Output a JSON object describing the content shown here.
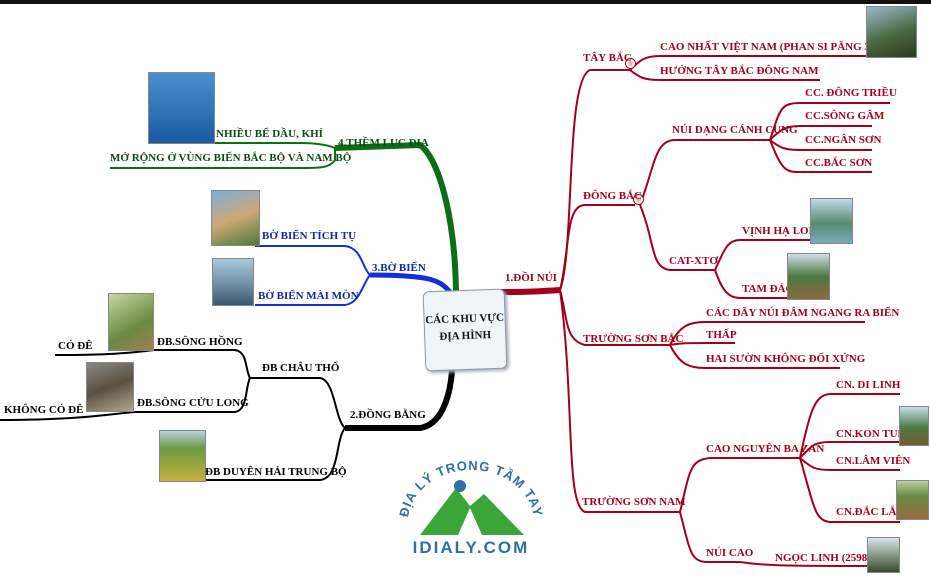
{
  "center": {
    "line1": "CÁC KHU VỰC",
    "line2": "ĐỊA HÌNH"
  },
  "branches": {
    "doi_nui": "1.ĐỒI NÚI",
    "dong_bang": "2.ĐỒNG BẰNG",
    "bo_bien": "3.BỜ BIỂN",
    "them_luc_dia": "4.THỀM LỤC ĐỊA"
  },
  "doi_nui": {
    "tay_bac": {
      "label": "TÂY BẮC",
      "items": [
        "CAO NHẤT VIỆT NAM (PHAN SI PĂNG 3143 M)",
        "HƯỚNG TÂY BẮC ĐÔNG NAM"
      ]
    },
    "dong_bac": {
      "label": "ĐÔNG BẮC",
      "nui_dang": "NÚI DẠNG CÁNH CUNG",
      "cung": [
        "CC. ĐÔNG TRIỀU",
        "CC.SÔNG GÂM",
        "CC.NGÂN SƠN",
        "CC.BẮC SƠN"
      ],
      "cat_xto": "CAT-XTƠ",
      "cat_items": [
        "VỊNH HẠ LONG",
        "TAM ĐẢO"
      ]
    },
    "truong_son_bac": {
      "label": "TRƯỜNG SƠN BẮC",
      "items": [
        "CÁC DÃY NÚI ĐÂM NGANG RA BIỂN",
        "THẤP",
        "HAI SƯỜN KHÔNG ĐỐI XỨNG"
      ]
    },
    "truong_son_nam": {
      "label": "TRƯỜNG SƠN NAM",
      "cao_nguyen": "CAO NGUYÊN BA ZAN",
      "cn_items": [
        "CN. DI LINH",
        "CN.KON TUM",
        "CN.LÂM VIÊN",
        "CN.ĐẮC LẮC"
      ],
      "nui_cao": "NÚI CAO",
      "ngoc_linh": "NGỌC LINH (2598 M)"
    }
  },
  "dong_bang": {
    "chau_tho": "ĐB CHÂU THỔ",
    "song_hong": "ĐB.SÔNG HỒNG",
    "co_de": "CÓ ĐÊ",
    "cuu_long": "ĐB.SÔNG CỬU LONG",
    "khong_co_de": "KHÔNG CÓ ĐÊ",
    "duyen_hai": "ĐB DUYÊN HẢI TRUNG BỘ"
  },
  "bo_bien": {
    "tich_tu": "BỜ BIỂN TÍCH TỤ",
    "mai_mon": "BỜ BIỂN MÀI MÒN"
  },
  "them_luc_dia": {
    "dau_khi": "NHIỀU BỂ DẦU, KHÍ",
    "mo_rong": "MỞ RỘNG Ở VÙNG BIỂN BẮC BỘ VÀ NAM BỘ"
  },
  "logo": {
    "arc_text": "ĐỊA LÝ TRONG TẦM TAY",
    "site": "IDIALY.COM"
  },
  "colors": {
    "red": "#a3001b",
    "green": "#0d6e1a",
    "blue": "#1030d8",
    "black": "#000000",
    "logo_blue": "#2f6fa8",
    "logo_green": "#3aa63a"
  }
}
